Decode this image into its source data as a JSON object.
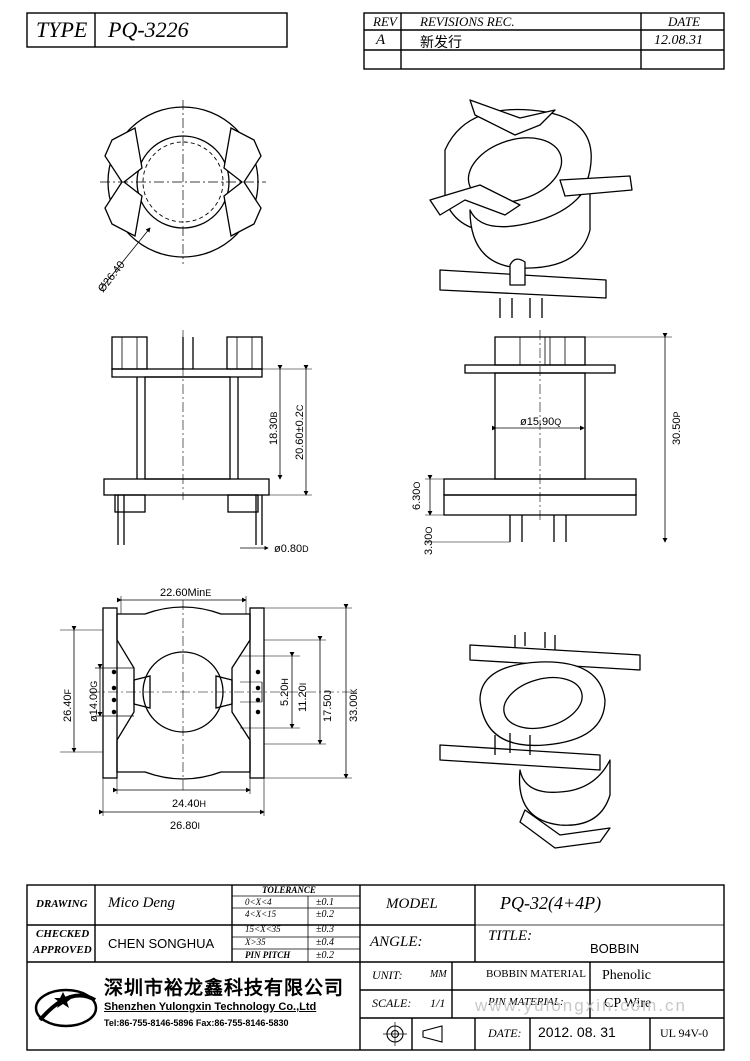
{
  "header": {
    "type_label": "TYPE",
    "type_value": "PQ-3226",
    "rev_label": "REV",
    "revisions_label": "REVISIONS REC.",
    "date_label": "DATE",
    "rev_value": "A",
    "revision_text": "新发行",
    "rev_date": "12.08.31"
  },
  "dimensions": {
    "top_dia": "Ø26.40",
    "side_h1": "18.30",
    "side_h1_mark": "B",
    "side_h2": "20.60±0.2",
    "side_h2_mark": "C",
    "pin_dia": "ø0.80",
    "pin_dia_mark": "D",
    "core_dia": "ø15.90",
    "core_dia_mark": "Q",
    "total_h": "30.50",
    "total_h_mark": "P",
    "base_h": "6.30",
    "base_h_mark": "O",
    "pin_len": "3.30",
    "pin_len_mark": "O",
    "width_min": "22.60Min",
    "width_min_mark": "E",
    "d_26_40": "26.40",
    "d_26_40_mark": "F",
    "d_14_00": "ø14.00",
    "d_14_00_mark": "G",
    "d_5_20": "5.20",
    "d_5_20_mark": "H",
    "d_11_20": "11.20",
    "d_11_20_mark": "I",
    "d_17_50": "17.50",
    "d_17_50_mark": "J",
    "d_33_00": "33.00",
    "d_33_00_mark": "K",
    "d_24_40": "24.40",
    "d_24_40_mark": "H",
    "d_26_80": "26.80",
    "d_26_80_mark": "I"
  },
  "title_block": {
    "drawing_label": "DRAWING",
    "drawing_value": "Mico Deng",
    "checked_label": "CHECKED",
    "approved_label": "APPROVED",
    "checked_value": "CHEN SONGHUA",
    "tolerance_label": "TOLERANCE",
    "tolerances": [
      {
        "range": "0<X<4",
        "value": "±0.1"
      },
      {
        "range": "4<X<15",
        "value": "±0.2"
      },
      {
        "range": "15<X<35",
        "value": "±0.3"
      },
      {
        "range": "X>35",
        "value": "±0.4"
      },
      {
        "range": "PIN PITCH",
        "value": "±0.2"
      }
    ],
    "model_label": "MODEL",
    "model_value": "PQ-32(4+4P)",
    "angle_label": "ANGLE:",
    "title_label": "TITLE:",
    "title_value": "BOBBIN",
    "unit_label": "UNIT:",
    "unit_value": "MM",
    "scale_label": "SCALE:",
    "scale_value": "1/1",
    "bobbin_material_label": "BOBBIN MATERIAL",
    "bobbin_material_value": "Phenolic",
    "pin_material_label": "PIN MATERIAL:",
    "pin_material_value": "CP Wire",
    "date_label": "DATE:",
    "date_value": "2012. 08. 31",
    "ul_value": "UL 94V-0",
    "company_cn": "深圳市裕龙鑫科技有限公司",
    "company_en": "Shenzhen Yulongxin Technology Co.,Ltd",
    "company_tel": "Tel:86-755-8146-5896  Fax:86-755-8146-5830",
    "watermark": "www.yulongxin.com.cn"
  }
}
